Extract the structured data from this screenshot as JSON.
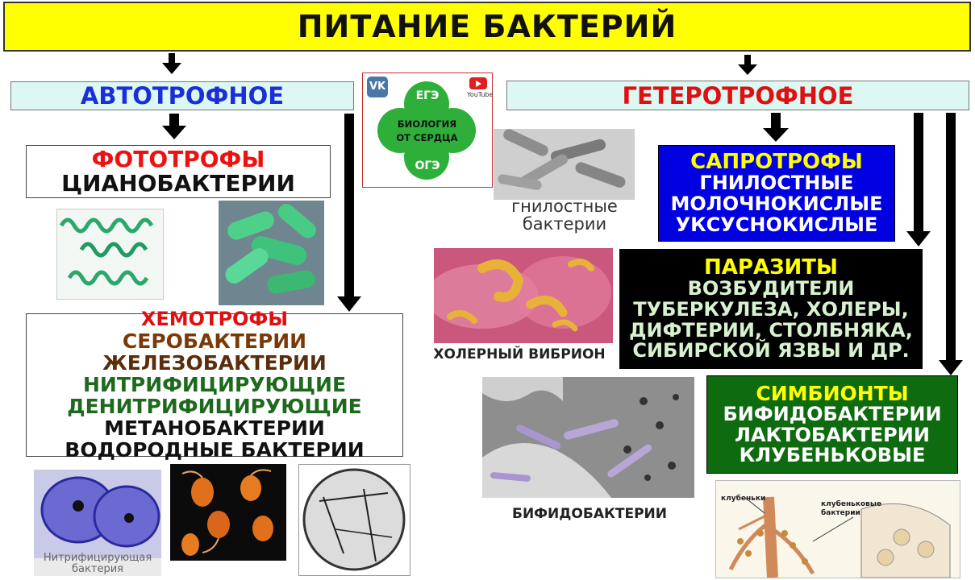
{
  "title": "ПИТАНИЕ БАКТЕРИЙ",
  "autotrophic": {
    "label": "АВТОТРОФНОЕ",
    "phototrophs": {
      "heading": "ФОТОТРОФЫ",
      "items": [
        "ЦИАНОБАКТЕРИИ"
      ]
    },
    "chemotrophs": {
      "heading": "ХЕМОТРОФЫ",
      "items": [
        "СЕРОБАКТЕРИИ",
        "ЖЕЛЕЗОБАКТЕРИИ",
        "НИТРИФИЦИРУЮЩИЕ",
        "ДЕНИТРИФИЦИРУЮЩИЕ",
        "МЕТАНОБАКТЕРИИ",
        "ВОДОРОДНЫЕ БАКТЕРИИ"
      ]
    }
  },
  "heterotrophic": {
    "label": "ГЕТЕРОТРОФНОЕ",
    "saprotrophs": {
      "heading": "САПРОТРОФЫ",
      "items": [
        "ГНИЛОСТНЫЕ",
        "МОЛОЧНОКИСЛЫЕ",
        "УКСУСНОКИСЛЫЕ"
      ]
    },
    "parasites": {
      "heading": "ПАРАЗИТЫ",
      "items": [
        "ВОЗБУДИТЕЛИ",
        "ТУБЕРКУЛЕЗА, ХОЛЕРЫ,",
        "ДИФТЕРИИ, СТОЛБНЯКА,",
        "СИБИРСКОЙ ЯЗВЫ И ДР."
      ]
    },
    "symbionts": {
      "heading": "СИМБИОНТЫ",
      "items": [
        "БИФИДОБАКТЕРИИ",
        "ЛАКТОБАКТЕРИИ",
        "КЛУБЕНЬКОВЫЕ"
      ]
    }
  },
  "logo": {
    "top": "ЕГЭ",
    "middle_1": "БИОЛОГИЯ",
    "middle_2": "ОТ СЕРДЦА",
    "bottom": "ОГЭ",
    "vk": "VK",
    "youtube": "YouTube"
  },
  "captions": {
    "putrefactive_1": "гнилостные",
    "putrefactive_2": "бактерии",
    "cholera": "ХОЛЕРНЫЙ ВИБРИОН",
    "bifido": "БИФИДОБАКТЕРИИ",
    "nitrifying_1": "Нитрифицирующая",
    "nitrifying_2": "бактерия",
    "nodules": "клубеньки",
    "nodule_bacteria_1": "клубеньковые",
    "nodule_bacteria_2": "бактерии"
  },
  "colors": {
    "title_bg": "#ffff00",
    "branch_bg": "#ddf7f3",
    "autotrophic": "#1a2fd8",
    "heterotrophic": "#dd1111",
    "phototrophs": "#ee1111",
    "chemo_heading": "#e01010",
    "sulfur": "#7a3a08",
    "iron": "#5a2d0c",
    "nitrifying": "#1d6a1d",
    "saprotrophs_bg": "#0000e0",
    "saprotrophs_heading": "#ffff00",
    "parasites_bg": "#000000",
    "parasites_heading": "#ffff00",
    "parasites_text": "#d8f2d0",
    "symbionts_bg": "#0e6b10",
    "symbionts_heading": "#ffff00"
  }
}
